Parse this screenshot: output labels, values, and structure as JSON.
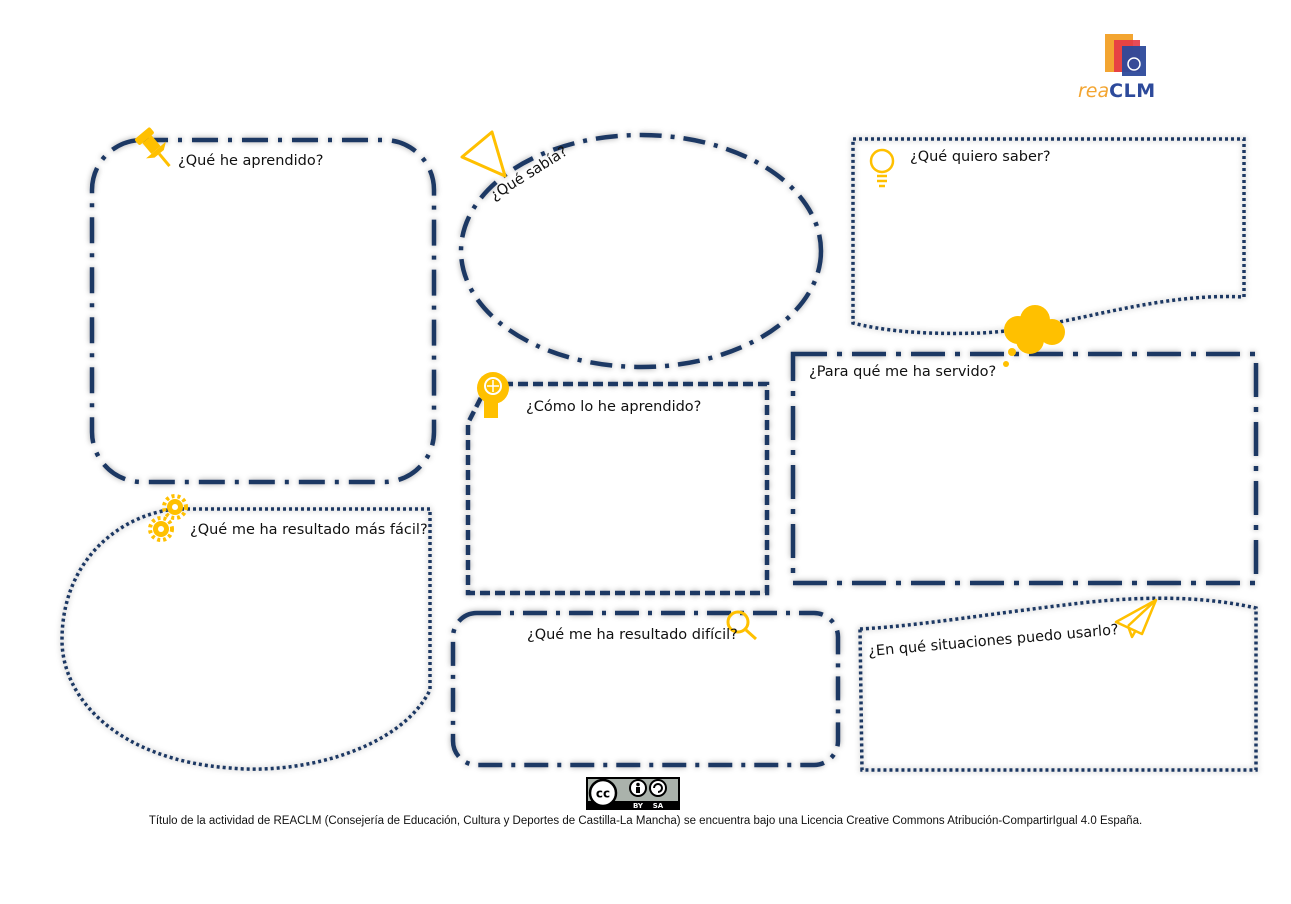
{
  "logo": {
    "part1": "rea",
    "part2": "CLM"
  },
  "labels": {
    "learned": "¿Qué he aprendido?",
    "knew": "¿Qué sabía?",
    "want": "¿Qué quiero saber?",
    "how": "¿Cómo lo he aprendido?",
    "served": "¿Para qué me ha servido?",
    "easy": "¿Qué me ha resultado más fácil?",
    "difficult": "¿Qué me ha resultado difícil?",
    "situations": "¿En qué situaciones puedo usarlo?"
  },
  "license": {
    "cc": "cc",
    "by": "BY",
    "sa": "SA"
  },
  "footer": "Título de la actividad de REACLM (Consejería de Educación, Cultura y Deportes de Castilla-La Mancha) se encuentra bajo una Licencia Creative Commons Atribución-CompartirIgual 4.0 España.",
  "colors": {
    "border": "#1f3864",
    "accent": "#ffc000"
  }
}
